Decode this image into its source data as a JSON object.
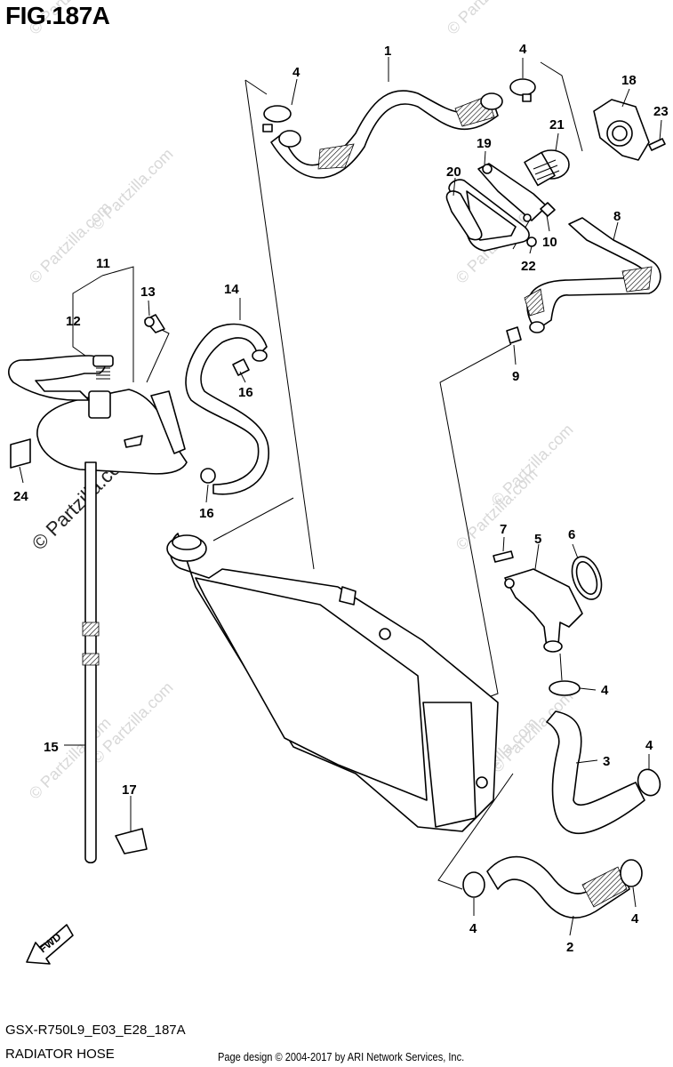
{
  "figure": {
    "title": "FIG.187A",
    "model_code": "GSX-R750L9_E03_E28_187A",
    "section_name": "RADIATOR HOSE",
    "copyright": "Page design © 2004-2017 by ARI Network Services, Inc.",
    "direction_label": "FWD"
  },
  "watermark": {
    "text": "© Partzilla.com"
  },
  "callouts": [
    "1",
    "2",
    "3",
    "4",
    "4",
    "4",
    "4",
    "4",
    "4",
    "5",
    "6",
    "7",
    "8",
    "9",
    "10",
    "11",
    "12",
    "13",
    "14",
    "15",
    "16",
    "16",
    "17",
    "18",
    "19",
    "20",
    "21",
    "22",
    "23",
    "24"
  ]
}
